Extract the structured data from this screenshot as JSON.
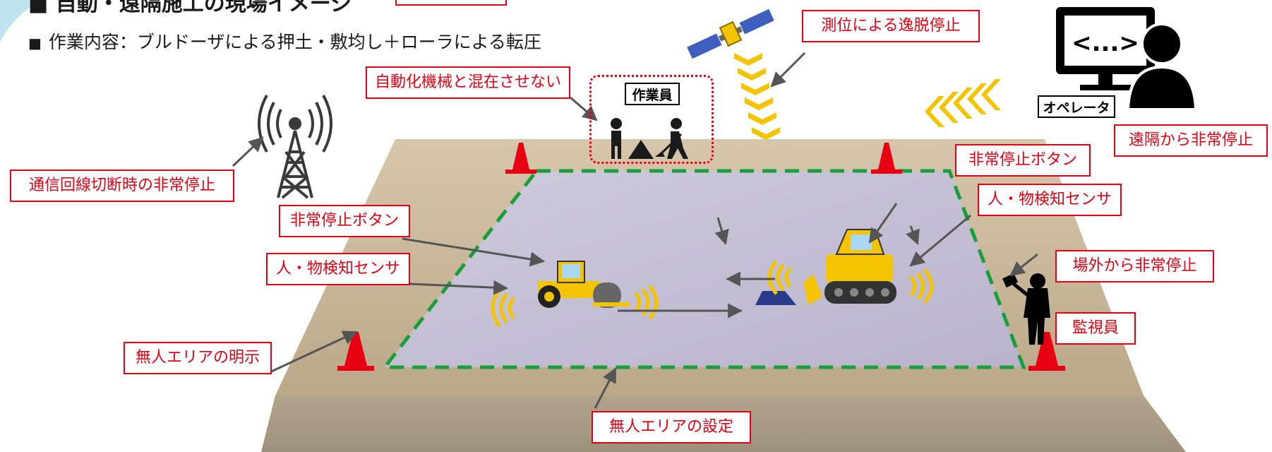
{
  "heading": {
    "bullet": "■",
    "text": "作業内容：ブルドーザによる押土・敷均し＋ローラによる転圧"
  },
  "labels": {
    "communication_stop": "通信回線切断時の非常停止",
    "no_mix": "自動化機械と混在させない",
    "positioning_stop": "測位による逸脱停止",
    "remote_stop": "遠隔から非常停止",
    "estop_button_left": "非常停止ボタン",
    "sensor_left": "人・物検知センサ",
    "estop_button_right": "非常停止ボタン",
    "sensor_right": "人・物検知センサ",
    "offsite_stop": "場外から非常停止",
    "monitor": "監視員",
    "unmanned_display": "無人エリアの明示",
    "unmanned_setting": "無人エリアの設定"
  },
  "tags": {
    "workers": "作業員",
    "operator": "オペレータ"
  },
  "colors": {
    "accent_red": "#e60012",
    "dashed_boundary": "#1a9e3a",
    "machine_yellow": "#f5c400",
    "signal_yellow": "#f5c400",
    "terrain": "#c9b79a",
    "field": "#c9c4d8"
  },
  "icons": [
    "antenna-tower-icon",
    "satellite-icon",
    "computer-operator-icon",
    "worker-icon",
    "digging-worker-icon",
    "roller-icon",
    "bulldozer-icon",
    "traffic-cone-icon",
    "monitor-person-icon"
  ]
}
